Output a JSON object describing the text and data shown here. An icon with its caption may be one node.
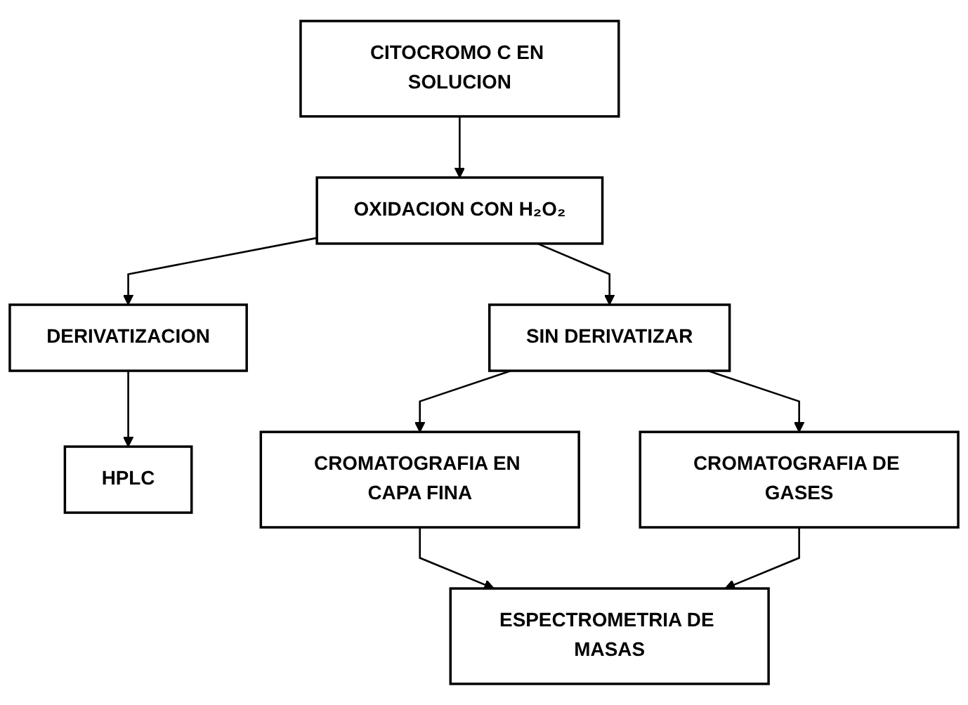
{
  "diagram": {
    "nodes": [
      {
        "text": [
          "CITOCROMO C EN SOLUCION"
        ]
      },
      {
        "text": [
          "OXIDACION CON H₂O₂"
        ]
      },
      {
        "text": [
          "DERIVATIZACION"
        ]
      },
      {
        "text": [
          "SIN DERIVATIZAR"
        ]
      },
      {
        "text": [
          "HPLC"
        ]
      },
      {
        "text": [
          "CROMATOGRAFIA EN CAPA FINA"
        ]
      },
      {
        "text": [
          "CROMATOGRAFIA DE GASES"
        ]
      },
      {
        "text": [
          "ESPECTROMETRIA DE MASAS"
        ]
      }
    ],
    "edges": [
      {
        "from": 0,
        "to": 1,
        "arrow": "to"
      },
      {
        "from": 1,
        "to": 2,
        "arrow": "to"
      },
      {
        "from": 1,
        "to": 3,
        "arrow": "to"
      },
      {
        "from": 2,
        "to": 4,
        "arrow": "to"
      },
      {
        "from": 3,
        "to": 5,
        "arrow": "to"
      },
      {
        "from": 3,
        "to": 6,
        "arrow": "to"
      },
      {
        "from": 5,
        "to": 7,
        "arrow": "to"
      },
      {
        "from": 6,
        "to": 7,
        "arrow": "to"
      }
    ]
  }
}
